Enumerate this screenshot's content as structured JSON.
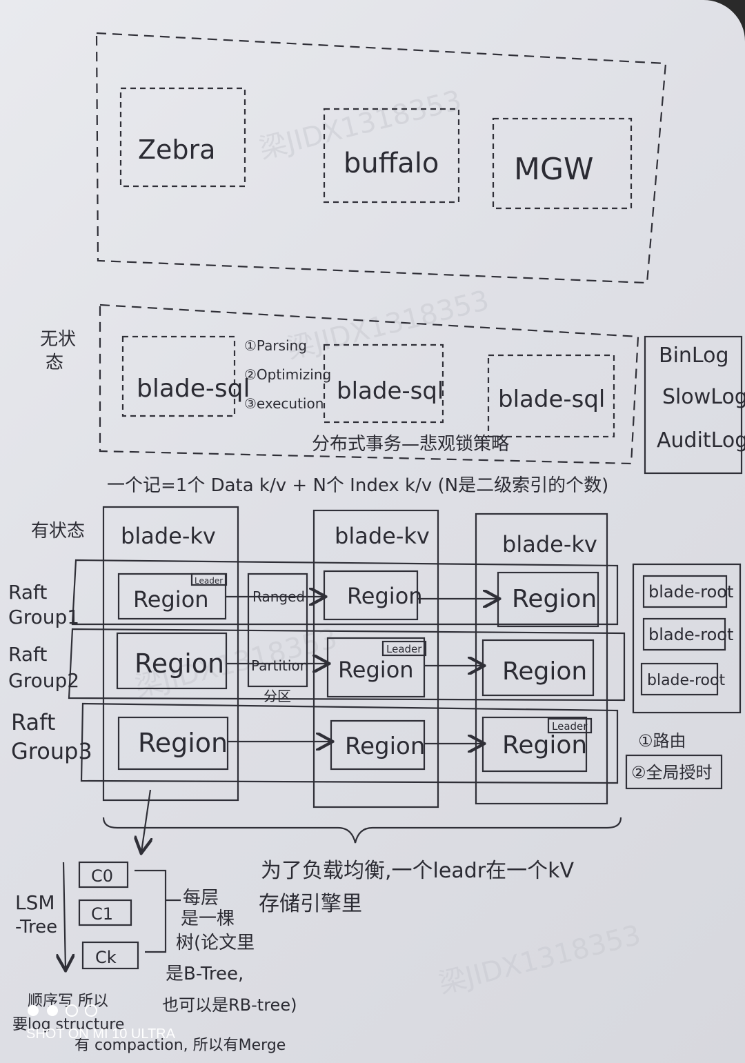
{
  "access_layer": {
    "zebra": "Zebra",
    "buffalo": "buffalo",
    "mgw": "MGW"
  },
  "stateless": {
    "label": "无状态",
    "sql_nodes": [
      "blade-sql",
      "blade-sql",
      "blade-sql"
    ],
    "steps": [
      "①Parsing",
      "②Optimizing",
      "③execution"
    ],
    "txn_note": "分布式事务—悲观锁策略",
    "logs": [
      "BinLog",
      "SlowLog",
      "AuditLog"
    ]
  },
  "record_formula": "一个记=1个 Data k/v + N个 Index k/v (N是二级索引的个数)",
  "stateful": {
    "label": "有状态",
    "kv_nodes": [
      "blade-kv",
      "blade-kv",
      "blade-kv"
    ],
    "raft_groups": [
      "Raft Group1",
      "Raft Group2",
      "Raft Group3"
    ],
    "region": "Region",
    "leader_tag": "Leader",
    "ranged": "Ranged",
    "partition": "Partition",
    "partition_cn": "分区",
    "roots": [
      "blade-root",
      "blade-root",
      "blade-root"
    ],
    "root_notes": [
      "①路由",
      "②全局授时"
    ],
    "balance_note_1": "为了负载均衡,一个leadr在一个kV",
    "balance_note_2": "存储引擎里"
  },
  "lsm": {
    "label_1": "LSM",
    "label_2": "-Tree",
    "levels": [
      "C0",
      "C1",
      "Ck"
    ],
    "note_lines": [
      "每层",
      "是一棵",
      "树(论文里",
      "是B-Tree,",
      "也可以是RB-tree)"
    ],
    "bottom_1": "顺序写 所以",
    "bottom_2": "要log structure",
    "bottom_3": "有 compaction, 所以有Merge"
  },
  "watermark": "梁JIDX1318353",
  "camera_mark": "SHOT ON MI 10 ULTRA"
}
